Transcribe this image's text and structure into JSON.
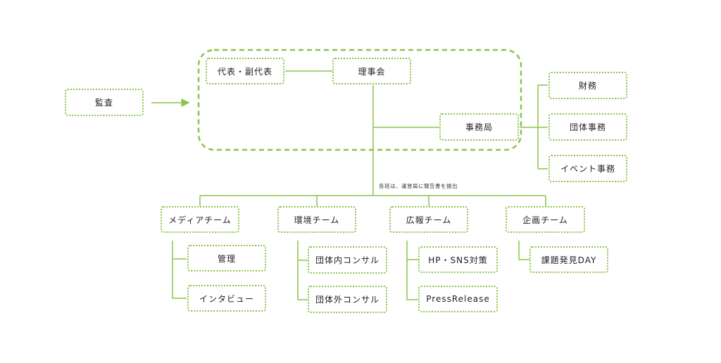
{
  "colors": {
    "line": "#8cc34a",
    "text": "#222222"
  },
  "nodes": {
    "kansa": "監査",
    "daihyo": "代表・副代表",
    "rijikai": "理事会",
    "jimukyoku": "事務局",
    "zaimu": "財務",
    "dantai_jimu": "団体事務",
    "event_jimu": "イベント事務",
    "media": "メディアチーム",
    "kankyo": "環境チーム",
    "koho": "広報チーム",
    "kikaku": "企画チーム",
    "kanri": "管理",
    "interview": "インタビュー",
    "dantai_nai": "団体内コンサル",
    "dantai_gai": "団体外コンサル",
    "hp_sns": "HP・SNS対策",
    "press": "PressRelease",
    "kadai": "課題発見DAY"
  },
  "note": "各班は、運営局に報告書を提出"
}
